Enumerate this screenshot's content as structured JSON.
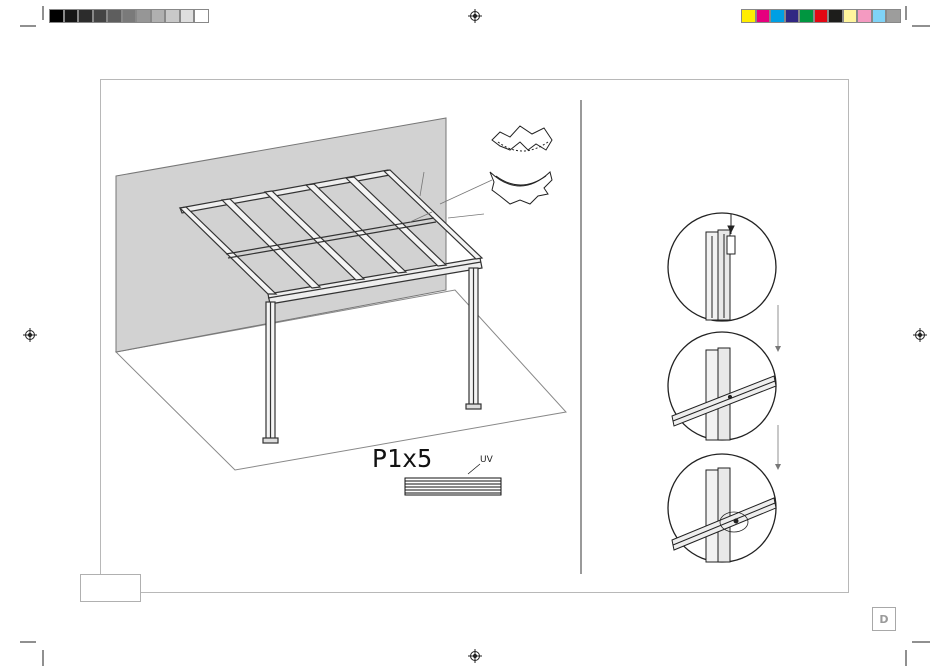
{
  "panel_label": "P1x5",
  "uv_label": "UV",
  "page_letter": "D",
  "registration": {
    "gray_swatches": [
      "#000000",
      "#161616",
      "#2c2c2c",
      "#444444",
      "#5e5e5e",
      "#7a7a7a",
      "#969696",
      "#b0b0b0",
      "#c8c8c8",
      "#dedede",
      "#ffffff"
    ],
    "color_swatches": [
      "#ffed00",
      "#e6007e",
      "#009fe3",
      "#312783",
      "#009640",
      "#e30613",
      "#1d1d1b",
      "#fff59d",
      "#f49ac1",
      "#7fd3f7",
      "#9d9d9c"
    ]
  },
  "steps": [
    {
      "icon": "step-1-profile-detail"
    },
    {
      "icon": "step-2-profile-detail"
    },
    {
      "icon": "step-3-profile-detail"
    }
  ]
}
